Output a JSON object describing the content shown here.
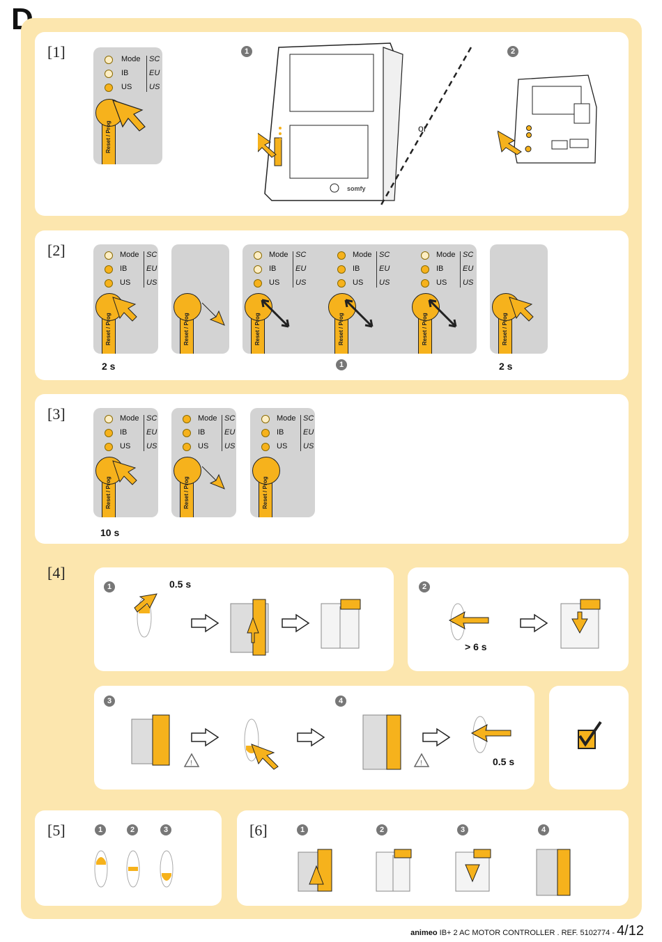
{
  "section": "D",
  "steps": {
    "s1": "[1]",
    "s2": "[2]",
    "s3": "[3]",
    "s4": "[4]",
    "s5": "[5]",
    "s6": "[6]"
  },
  "led_labels": {
    "mode": "Mode",
    "ib": "IB",
    "us": "US",
    "sc": "SC",
    "eu": "EU",
    "us2": "US"
  },
  "button_label": "Reset / Prog",
  "markers": {
    "m1": "1",
    "m2": "2",
    "m3": "3",
    "m4": "4"
  },
  "or_label": "or",
  "brand": "somfy",
  "durations": {
    "d2s": "2 s",
    "d10s": "10 s",
    "d05s": "0.5 s",
    "d6s": "> 6 s"
  },
  "footer": {
    "product": "animeo",
    "rest": " IB+ 2 AC MOTOR CONTROLLER . REF. 5102774 - ",
    "page": "4/12"
  },
  "colors": {
    "frame": "#fce6ae",
    "accent": "#f6b21c",
    "panel_grey": "#d3d3d3"
  }
}
